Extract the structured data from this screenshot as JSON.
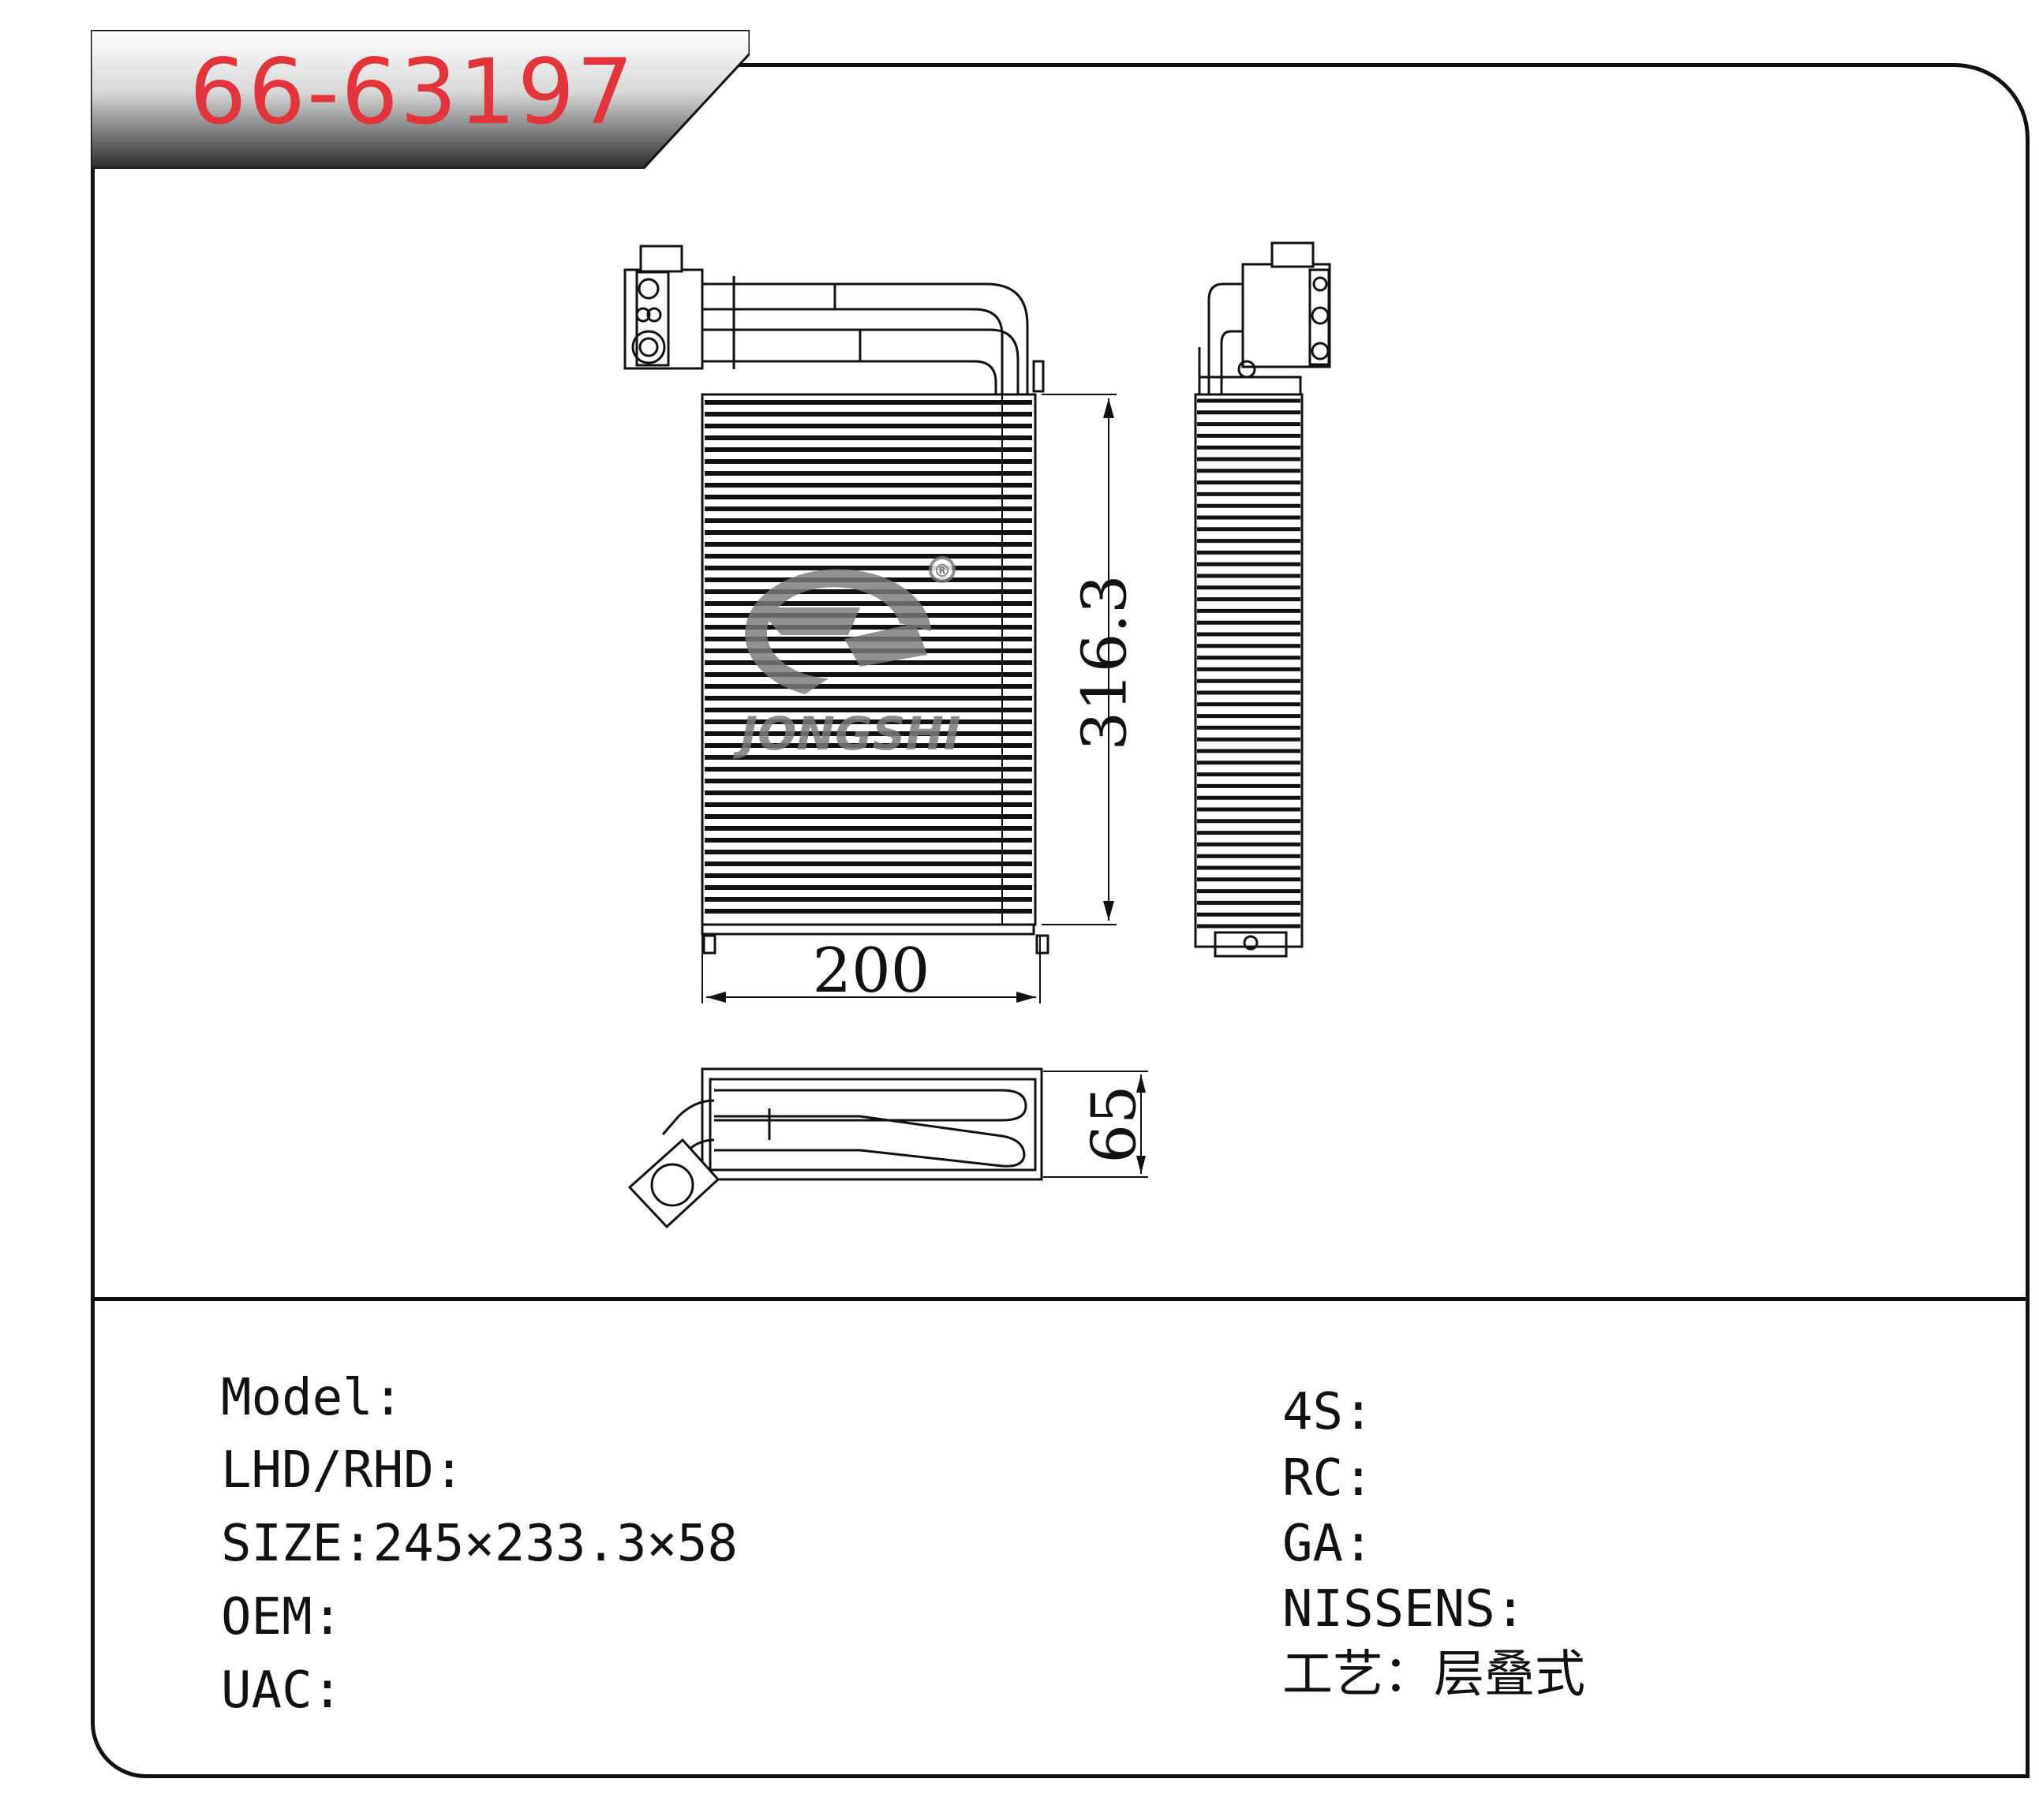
{
  "part_number": "66-63197",
  "brand_logo_text": "JONGSHI",
  "registered_mark": "®",
  "dimensions": {
    "height": "316.3",
    "width": "200",
    "depth": "65"
  },
  "specs_left": [
    {
      "label": "Model:",
      "value": ""
    },
    {
      "label": "LHD/RHD:",
      "value": ""
    },
    {
      "label": "SIZE:",
      "value": "245×233.3×58"
    },
    {
      "label": "OEM:",
      "value": ""
    },
    {
      "label": "UAC:",
      "value": ""
    }
  ],
  "specs_right": [
    {
      "label": "4S:",
      "value": ""
    },
    {
      "label": "RC:",
      "value": ""
    },
    {
      "label": "GA:",
      "value": ""
    },
    {
      "label": "NISSENS:",
      "value": ""
    },
    {
      "label": "工艺：",
      "value": "层叠式"
    }
  ],
  "colors": {
    "title_red": "#e2343a",
    "line": "#111111",
    "watermark_gray": "#7a7a7a"
  }
}
